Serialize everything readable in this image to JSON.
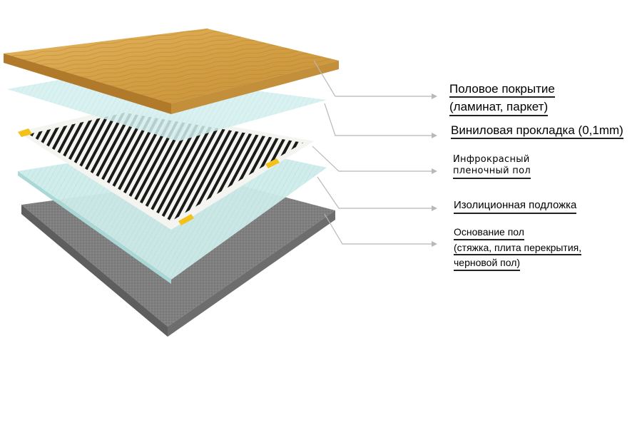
{
  "labels": [
    {
      "lines": [
        "Половое покрытие",
        "(ламинат, паркет)"
      ]
    },
    {
      "lines": [
        "Виниловая прокладка (0,1mm)"
      ]
    },
    {
      "lines": [
        "Инфрокрасный",
        "пленочный пол"
      ]
    },
    {
      "lines": [
        "Изолиционная подложка"
      ]
    },
    {
      "lines": [
        "Основание пол",
        "(стяжка, плита перекрытия,",
        "черновой пол)"
      ]
    }
  ],
  "colors": {
    "wood": "#d9a64a",
    "vinyl": "#cfeeee",
    "film_stripe": "#1a1a1a",
    "film_accent": "#f2c21a",
    "insulation": "#c9ebea",
    "concrete": "#7d7d7d",
    "leader": "#b8b8b8"
  }
}
